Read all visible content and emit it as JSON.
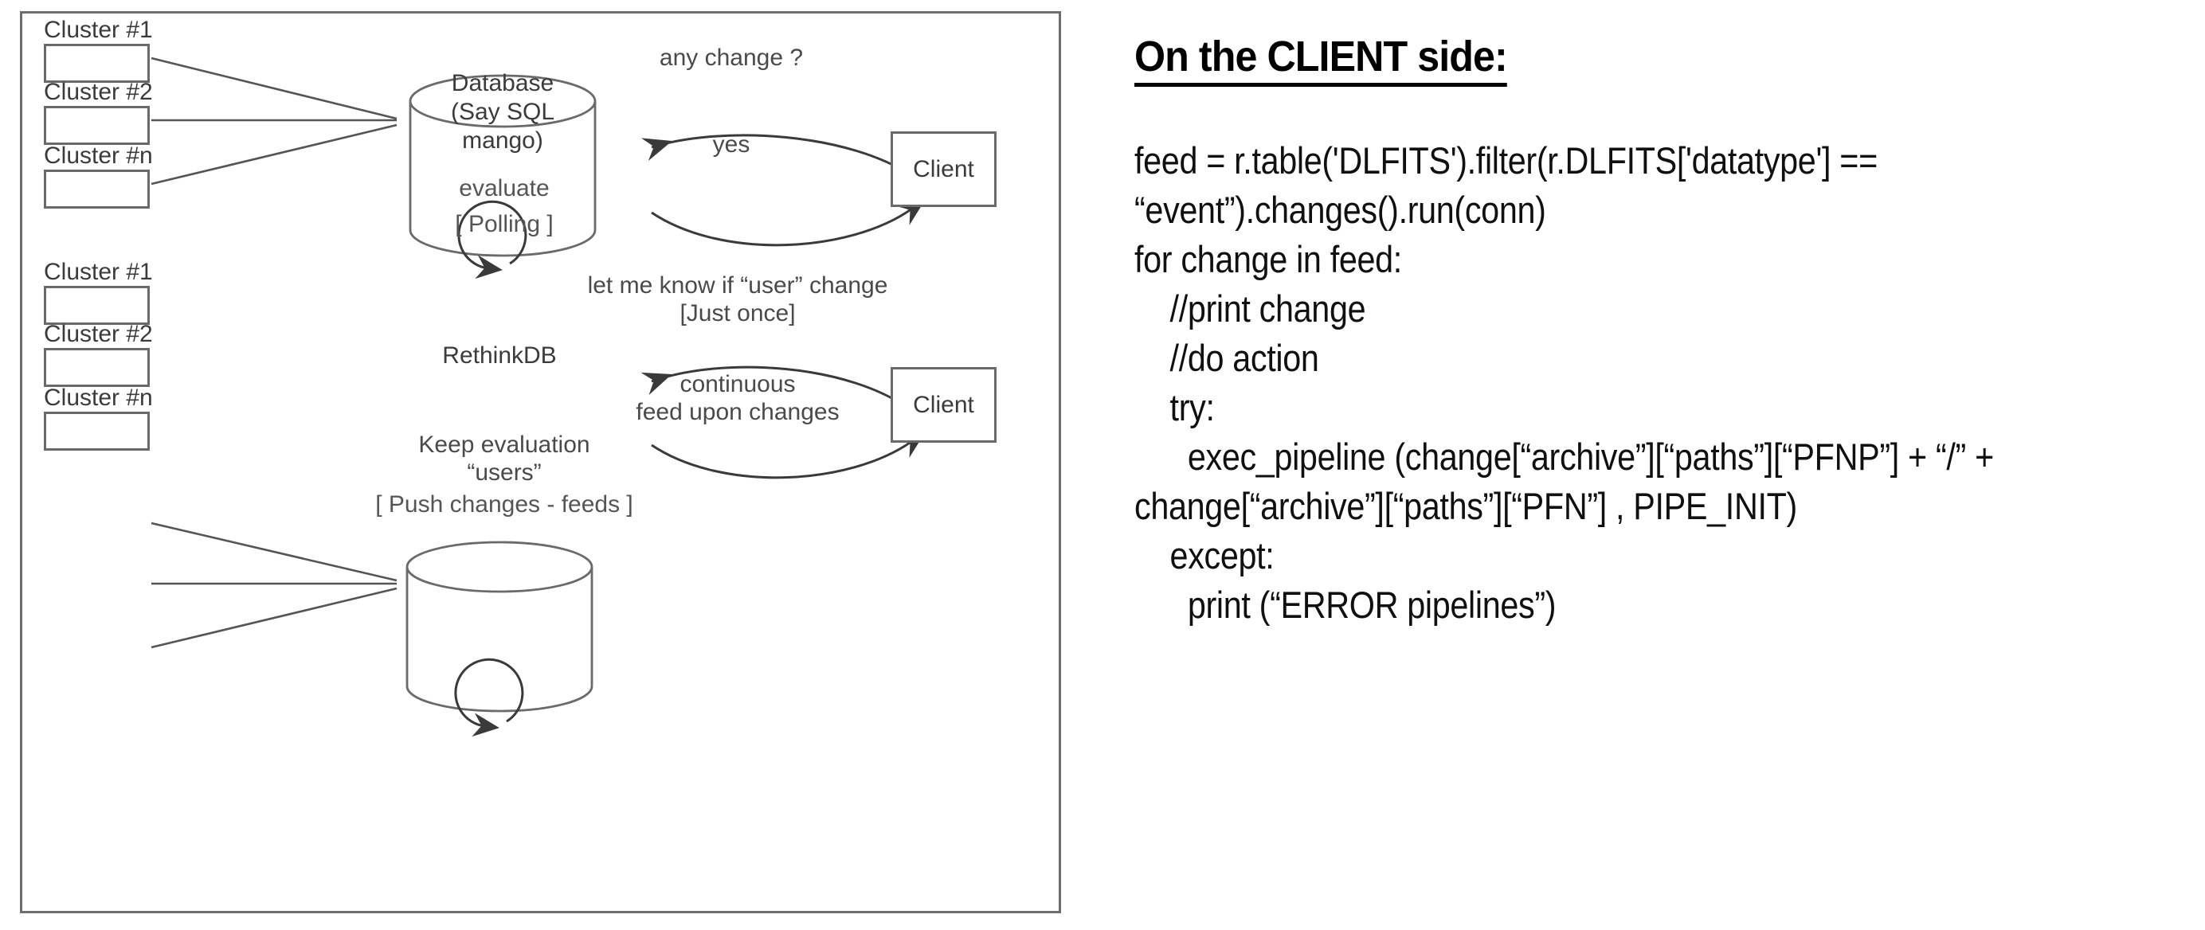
{
  "diagram": {
    "polling": {
      "clusters": [
        {
          "label": "Cluster #1"
        },
        {
          "label": "Cluster #2"
        },
        {
          "label": "Cluster #n"
        }
      ],
      "database_label": "Database\n(Say SQL\nmango)",
      "client_label": "Client",
      "request_label": "any change ?",
      "response_label": "yes",
      "self_loop_label": "evaluate",
      "caption": "[ Polling ]"
    },
    "push": {
      "clusters": [
        {
          "label": "Cluster #1"
        },
        {
          "label": "Cluster #2"
        },
        {
          "label": "Cluster #n"
        }
      ],
      "database_label": "RethinkDB",
      "client_label": "Client",
      "request_label": "let me know if “user” change\n[Just once]",
      "response_label": "continuous\nfeed upon changes",
      "self_loop_label": "Keep evaluation\n“users”",
      "caption": "[ Push changes - feeds ]"
    }
  },
  "client_side": {
    "heading": "On the CLIENT side:",
    "code_lines": [
      "feed = r.table('DLFITS').filter(r.DLFITS['datatype'] ==",
      "“event”).changes().run(conn)",
      "for change in feed:",
      "    //print change",
      "    //do action",
      "    try:",
      "      exec_pipeline (change[“archive”][“paths”][“PFNP”] + “/” +",
      "change[“archive”][“paths”][“PFN”] , PIPE_INIT)",
      "    except:",
      "      print (“ERROR pipelines”)"
    ]
  },
  "colors": {
    "frame_border": "#6e6e6e",
    "stroke": "#6a6a6a",
    "text": "#3b3b3b",
    "code_text": "#101010"
  }
}
